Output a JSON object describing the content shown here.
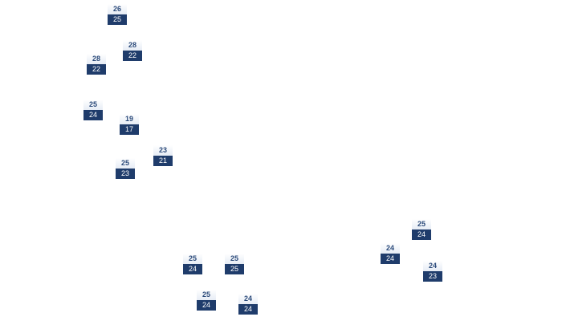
{
  "stations": [
    {
      "id": "s1",
      "high": "26",
      "low": "25"
    },
    {
      "id": "s2",
      "high": "28",
      "low": "22"
    },
    {
      "id": "s3",
      "high": "28",
      "low": "22"
    },
    {
      "id": "s4",
      "high": "25",
      "low": "24"
    },
    {
      "id": "s5",
      "high": "19",
      "low": "17"
    },
    {
      "id": "s6",
      "high": "23",
      "low": "21"
    },
    {
      "id": "s7",
      "high": "25",
      "low": "23"
    },
    {
      "id": "s8",
      "high": "25",
      "low": "24"
    },
    {
      "id": "s9",
      "high": "24",
      "low": "24"
    },
    {
      "id": "s10",
      "high": "24",
      "low": "23"
    },
    {
      "id": "s11",
      "high": "25",
      "low": "24"
    },
    {
      "id": "s12",
      "high": "25",
      "low": "25"
    },
    {
      "id": "s13",
      "high": "25",
      "low": "24"
    },
    {
      "id": "s14",
      "high": "24",
      "low": "24"
    }
  ],
  "colors": {
    "high_text": "#2b4a7a",
    "low_background": "#1f3c6b",
    "low_text": "#ffffff"
  }
}
